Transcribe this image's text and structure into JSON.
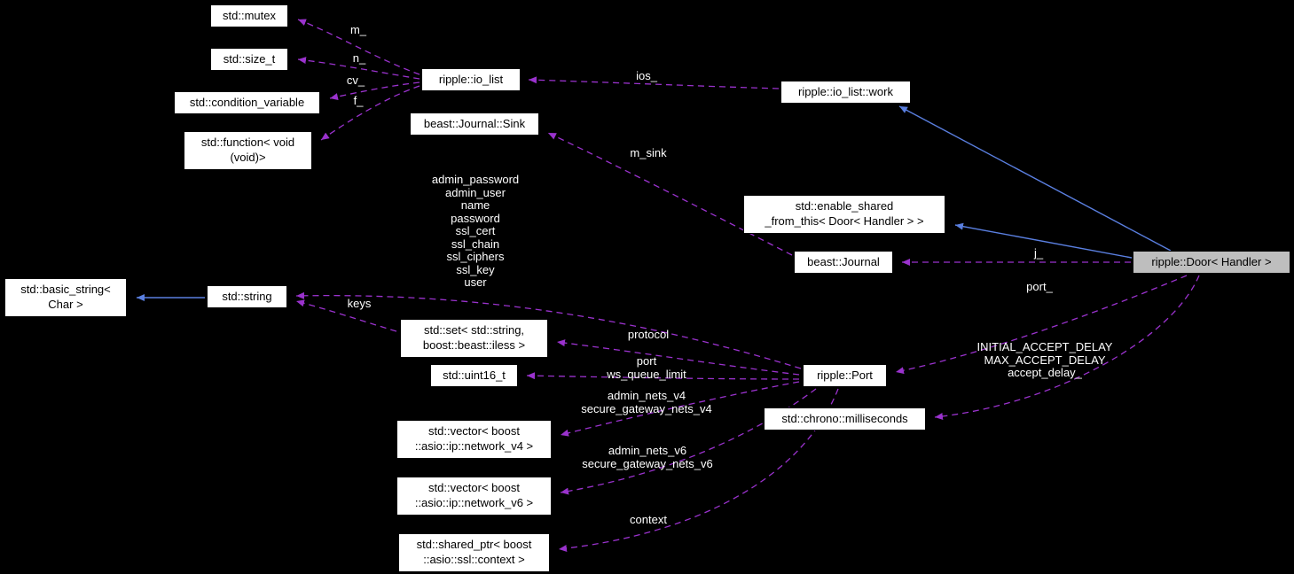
{
  "colors": {
    "background": "#000000",
    "node_bg": "#ffffff",
    "node_border": "#000000",
    "current_node_bg": "#bebebe",
    "node_text": "#000000",
    "label": "#ffffff",
    "usage_edge": "#9a32cd",
    "inherit_edge": "#5a7fe0"
  },
  "nodes": {
    "mutex": "std::mutex",
    "size_t": "std::size_t",
    "condition_variable": "std::condition_variable",
    "function_void": "std::function< void\n(void)>",
    "io_list": "ripple::io_list",
    "journal_sink": "beast::Journal::Sink",
    "io_list_work": "ripple::io_list::work",
    "enable_shared": "std::enable_shared\n_from_this< Door< Handler > >",
    "journal": "beast::Journal",
    "door": "ripple::Door< Handler >",
    "basic_string": "std::basic_string<\nChar >",
    "string": "std::string",
    "set_string": "std::set< std::string,\nboost::beast::iless >",
    "uint16": "std::uint16_t",
    "port": "ripple::Port",
    "milliseconds": "std::chrono::milliseconds",
    "vector_v4": "std::vector< boost\n::asio::ip::network_v4 >",
    "vector_v6": "std::vector< boost\n::asio::ip::network_v6 >",
    "shared_ptr_context": "std::shared_ptr< boost\n::asio::ssl::context >"
  },
  "edge_labels": {
    "m": "m_",
    "n": "n_",
    "cv": "cv_",
    "f": "f_",
    "ios": "ios_",
    "m_sink": "m_sink",
    "j": "j_",
    "port": "port_",
    "keys": "keys",
    "protocol": "protocol",
    "port_fields": "port\nws_queue_limit",
    "string_fields": "admin_password\nadmin_user\nname\npassword\nssl_cert\nssl_chain\nssl_ciphers\nssl_key\nuser",
    "nets_v4": "admin_nets_v4\nsecure_gateway_nets_v4",
    "nets_v6": "admin_nets_v6\nsecure_gateway_nets_v6",
    "context": "context",
    "accept_delay": "INITIAL_ACCEPT_DELAY\nMAX_ACCEPT_DELAY\naccept_delay_"
  }
}
